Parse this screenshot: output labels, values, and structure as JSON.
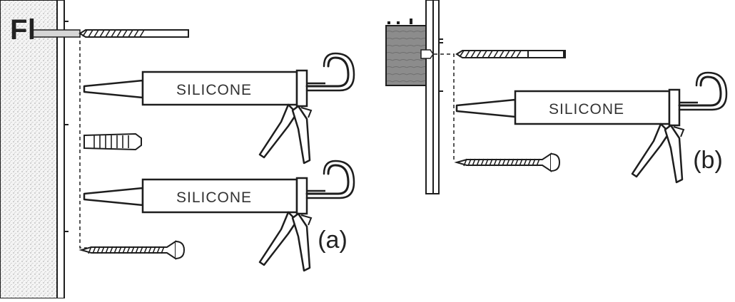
{
  "heading": "Fl",
  "gun_label": "SILICONE",
  "panel_a_label": "(a)",
  "panel_b_label": "(b)",
  "colors": {
    "line": "#1e1e1e",
    "plaster": "#f2f2f2",
    "wood": "#8a8a8a"
  }
}
